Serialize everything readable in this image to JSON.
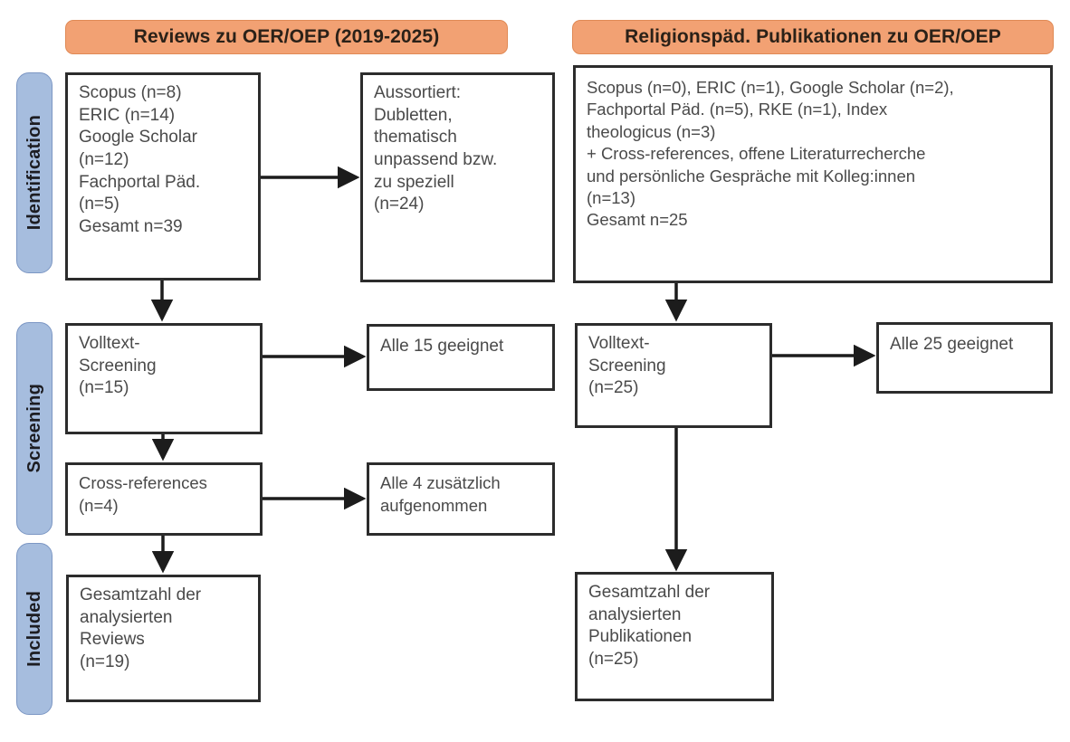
{
  "figure": {
    "type": "prisma-flow-diagram",
    "colors": {
      "header_fill": "#F2A173",
      "phase_pill_fill": "#A6BDDE",
      "box_border": "#2C2C2C",
      "text": "#4A4A4A",
      "background": "#FFFFFF"
    }
  },
  "columns": {
    "left": {
      "header": "Reviews zu OER/OEP (2019-2025)"
    },
    "right": {
      "header": "Religionspäd. Publikationen zu OER/OEP"
    }
  },
  "phases": [
    {
      "label": "Identification"
    },
    {
      "label": "Screening"
    },
    {
      "label": "Included"
    }
  ],
  "boxes": {
    "left_identification_sources": "Scopus (n=8)\nERIC (n=14)\nGoogle Scholar\n(n=12)\nFachportal Päd.\n(n=5)\nGesamt n=39",
    "left_excluded": "Aussortiert:\nDubletten,\nthematisch\nunpassend bzw.\nzu speziell\n(n=24)",
    "left_fulltext_screening": "Volltext-\nScreening\n(n=15)",
    "left_fulltext_result": "Alle 15 geeignet",
    "left_cross_references": "Cross-references\n(n=4)",
    "left_cross_references_result": "Alle 4 zusätzlich\naufgenommen",
    "left_included_total": "Gesamtzahl der\nanalysierten\nReviews\n(n=19)",
    "right_identification_sources": "Scopus (n=0), ERIC (n=1), Google Scholar (n=2),\nFachportal Päd. (n=5), RKE (n=1), Index\ntheologicus (n=3)\n+ Cross-references, offene Literaturrecherche\nund persönliche Gespräche mit Kolleg:innen\n(n=13)\nGesamt n=25",
    "right_fulltext_screening": "Volltext-\nScreening\n(n=25)",
    "right_fulltext_result": "Alle 25 geeignet",
    "right_included_total": "Gesamtzahl der\nanalysierten\nPublikationen\n(n=25)"
  },
  "counts": {
    "left_scopus": 8,
    "left_eric": 14,
    "left_google_scholar": 12,
    "left_fachportal": 5,
    "left_total_identified": 39,
    "left_excluded": 24,
    "left_fulltext_screened": 15,
    "left_cross_references": 4,
    "left_included": 19,
    "right_scopus": 0,
    "right_eric": 1,
    "right_google_scholar": 2,
    "right_fachportal": 5,
    "right_rke": 1,
    "right_index_theologicus": 3,
    "right_additional": 13,
    "right_total_identified": 25,
    "right_fulltext_screened": 25,
    "right_included": 25
  }
}
